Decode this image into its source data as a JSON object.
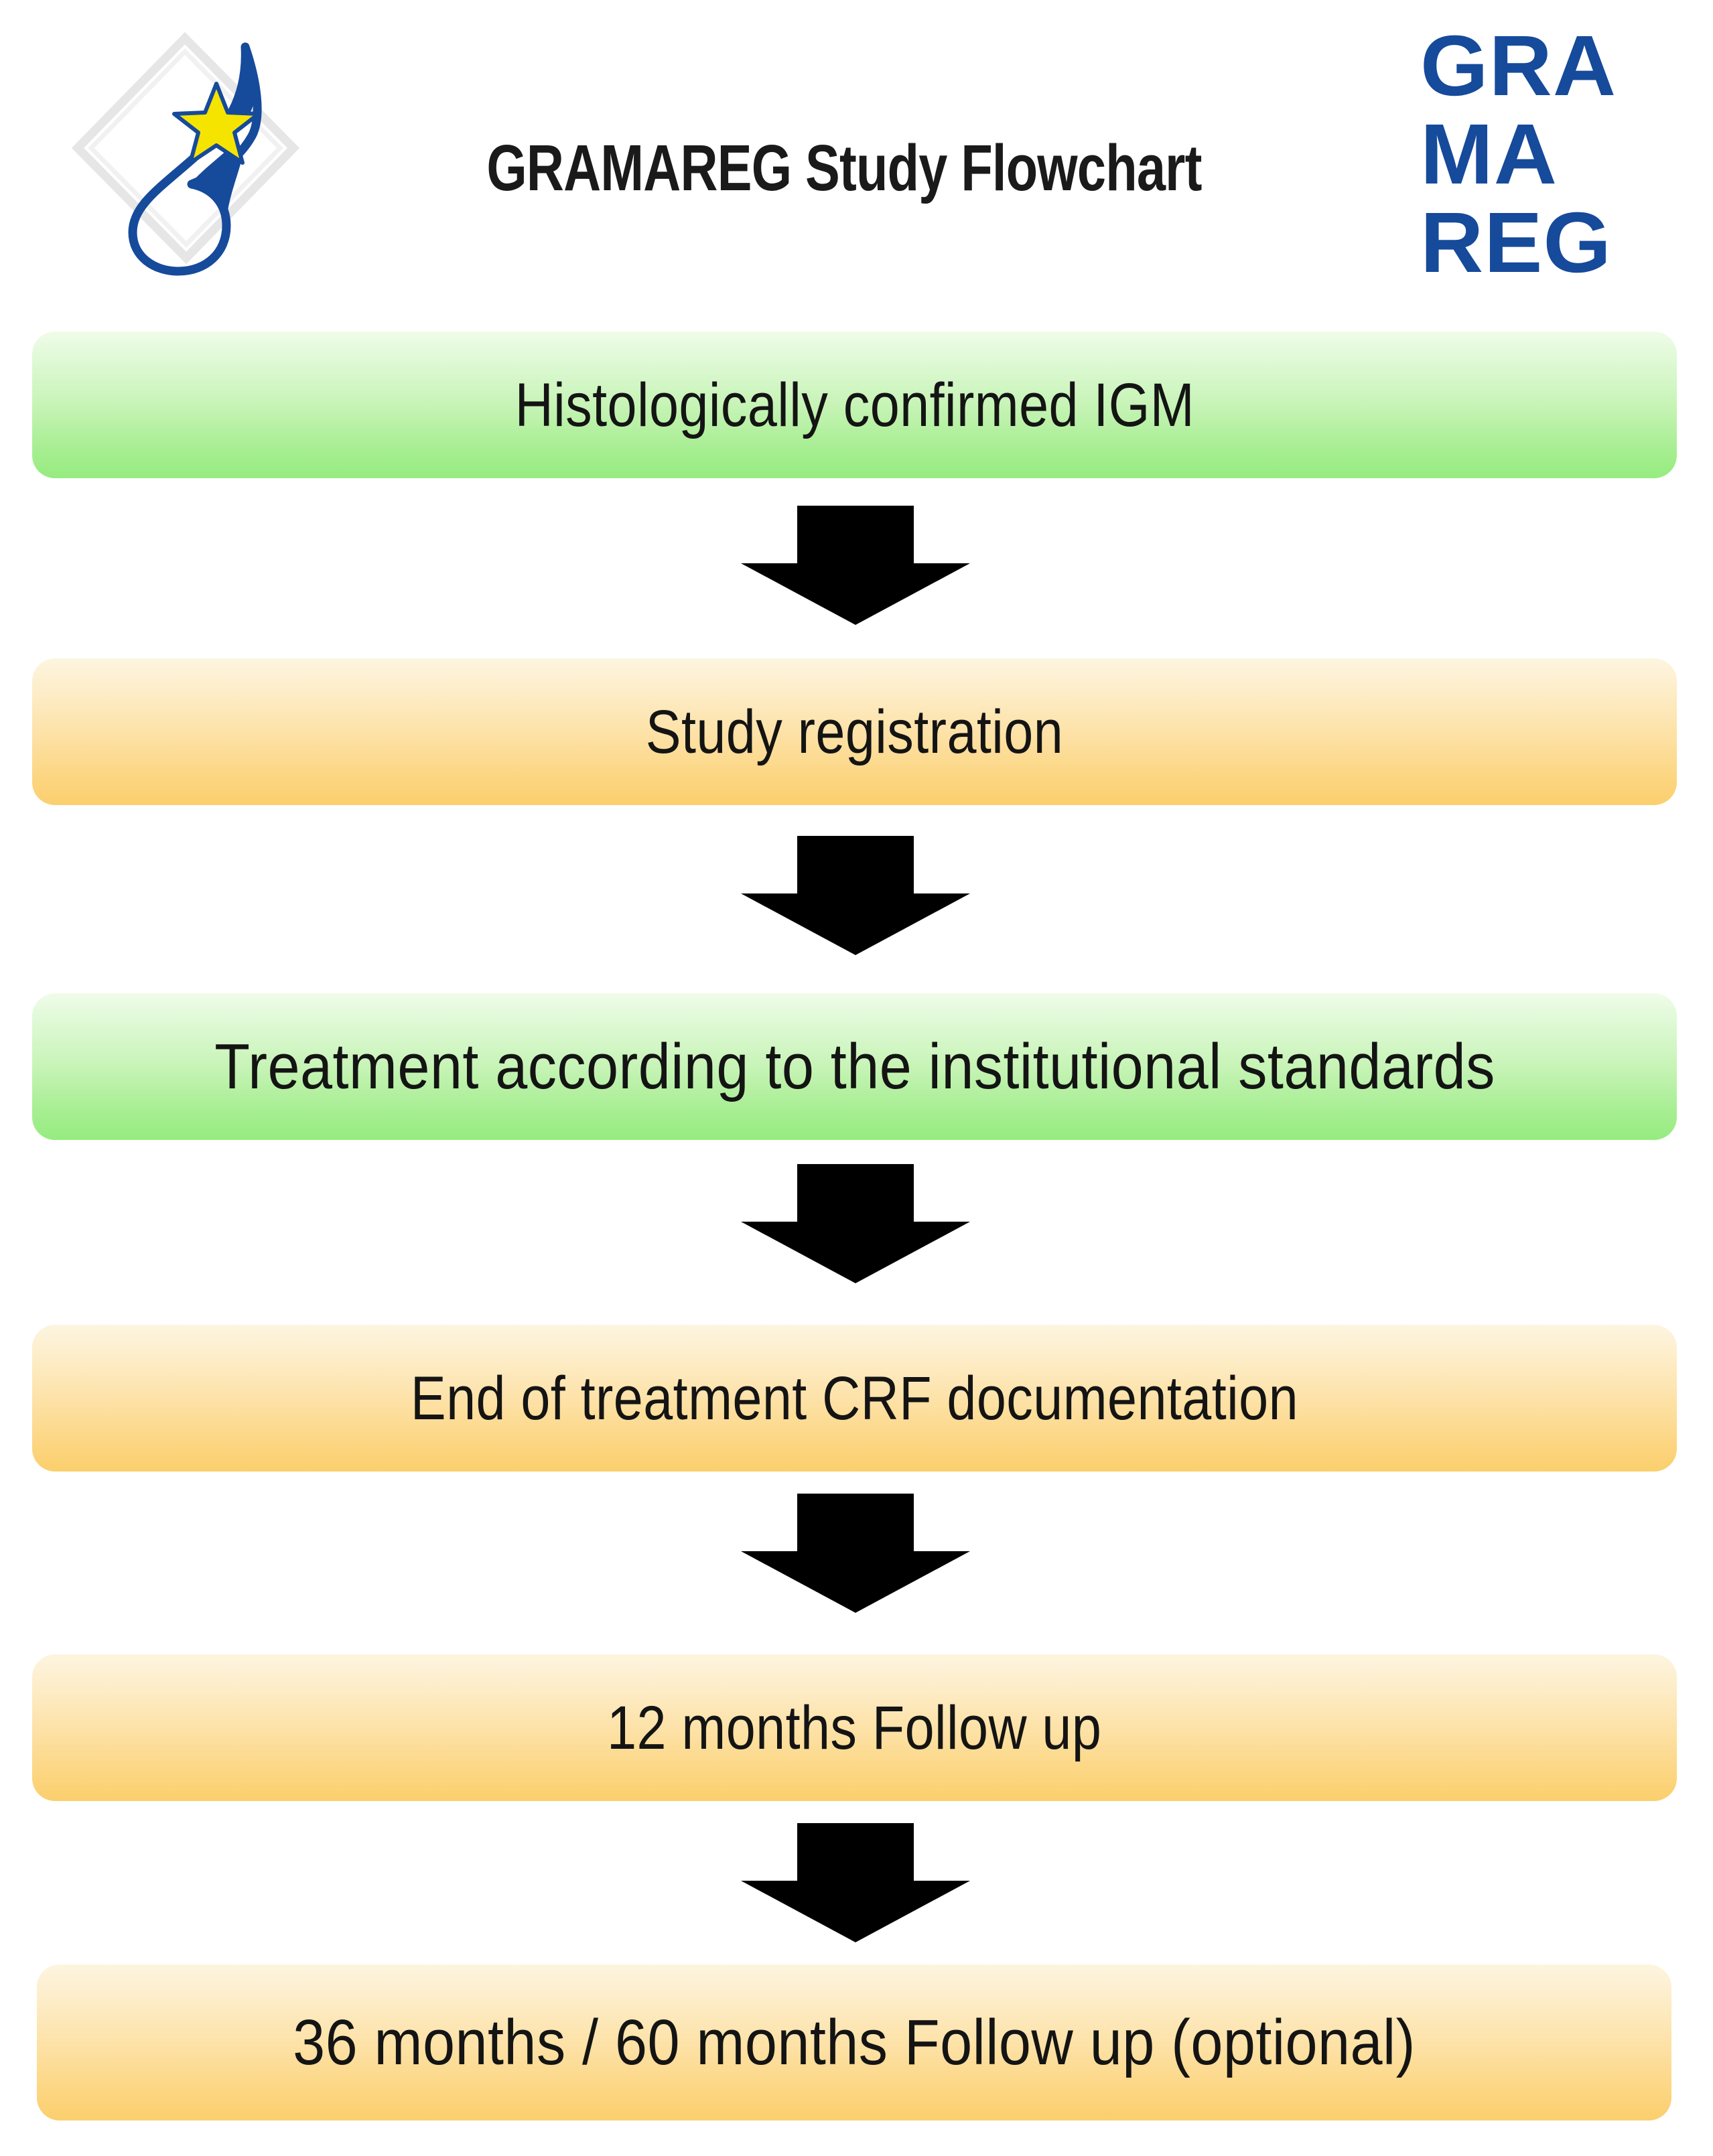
{
  "header": {
    "title": "GRAMAREG Study Flowchart",
    "left_logo": {
      "name": "gramareg-droplet-star-logo",
      "shape_color": "#164a9b",
      "star_color": "#f5e400",
      "frame_color": "#e4e4e4"
    },
    "right_logo": {
      "name": "gramareg-wordmark-logo",
      "color": "#164a9b",
      "lines": [
        "GRA",
        "MA",
        "REG"
      ]
    }
  },
  "flowchart": {
    "colors": {
      "green_top": "#f0fce9",
      "green_bottom": "#96ec80",
      "yellow_top": "#fdf5e0",
      "yellow_bottom": "#fbcf6d",
      "arrow": "#000000",
      "text": "#141414"
    },
    "nodes": [
      {
        "id": "histologically-confirmed-igm",
        "label": "Histologically confirmed IGM",
        "color": "green"
      },
      {
        "id": "study-registration",
        "label": "Study registration",
        "color": "yellow"
      },
      {
        "id": "treatment-institutional-standards",
        "label": "Treatment according to the institutional standards",
        "color": "green"
      },
      {
        "id": "end-of-treatment-crf-documentation",
        "label": "End of treatment CRF documentation",
        "color": "yellow"
      },
      {
        "id": "12-months-follow-up",
        "label": "12 months Follow up",
        "color": "yellow"
      },
      {
        "id": "36-60-months-follow-up-optional",
        "label": "36 months / 60 months Follow up (optional)",
        "color": "yellow"
      }
    ],
    "connectors": [
      {
        "id": "arrow-1",
        "icon": "arrow-down-icon",
        "from": "histologically-confirmed-igm",
        "to": "study-registration"
      },
      {
        "id": "arrow-2",
        "icon": "arrow-down-icon",
        "from": "study-registration",
        "to": "treatment-institutional-standards"
      },
      {
        "id": "arrow-3",
        "icon": "arrow-down-icon",
        "from": "treatment-institutional-standards",
        "to": "end-of-treatment-crf-documentation"
      },
      {
        "id": "arrow-4",
        "icon": "arrow-down-icon",
        "from": "end-of-treatment-crf-documentation",
        "to": "12-months-follow-up"
      },
      {
        "id": "arrow-5",
        "icon": "arrow-down-icon",
        "from": "12-months-follow-up",
        "to": "36-60-months-follow-up-optional"
      }
    ]
  }
}
